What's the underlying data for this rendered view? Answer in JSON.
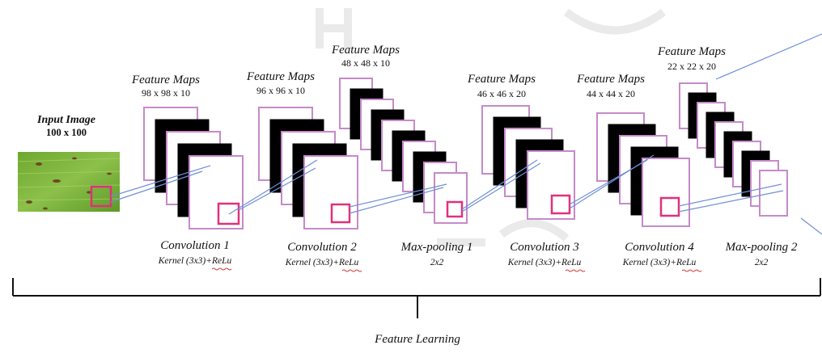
{
  "input": {
    "title": "Input Image",
    "size": "100 x 100"
  },
  "feature_maps": [
    {
      "title": "Feature Maps",
      "size": "98 x 98 x 10"
    },
    {
      "title": "Feature Maps",
      "size": "96 x 96 x 10"
    },
    {
      "title": "Feature Maps",
      "size": "48 x 48 x 10"
    },
    {
      "title": "Feature Maps",
      "size": "46 x 46 x 20"
    },
    {
      "title": "Feature Maps",
      "size": "44 x 44 x 20"
    },
    {
      "title": "Feature Maps",
      "size": "22 x 22 x 20"
    }
  ],
  "layers": [
    {
      "name": "Convolution 1",
      "detail": "Kernel (3x3)+ReLu"
    },
    {
      "name": "Convolution 2",
      "detail": "Kernel (3x3)+ReLu"
    },
    {
      "name": "Max-pooling 1",
      "detail": "2x2"
    },
    {
      "name": "Convolution 3",
      "detail": "Kernel (3x3)+ReLu"
    },
    {
      "name": "Convolution 4",
      "detail": "Kernel (3x3)+ReLu"
    },
    {
      "name": "Max-pooling 2",
      "detail": "2x2"
    }
  ],
  "footer": {
    "label": "Feature Learning"
  },
  "colors": {
    "frame": "#c58ac9",
    "kernel": "#e0317a",
    "line": "#6f8fd8",
    "leaf": "#7fb33a"
  }
}
